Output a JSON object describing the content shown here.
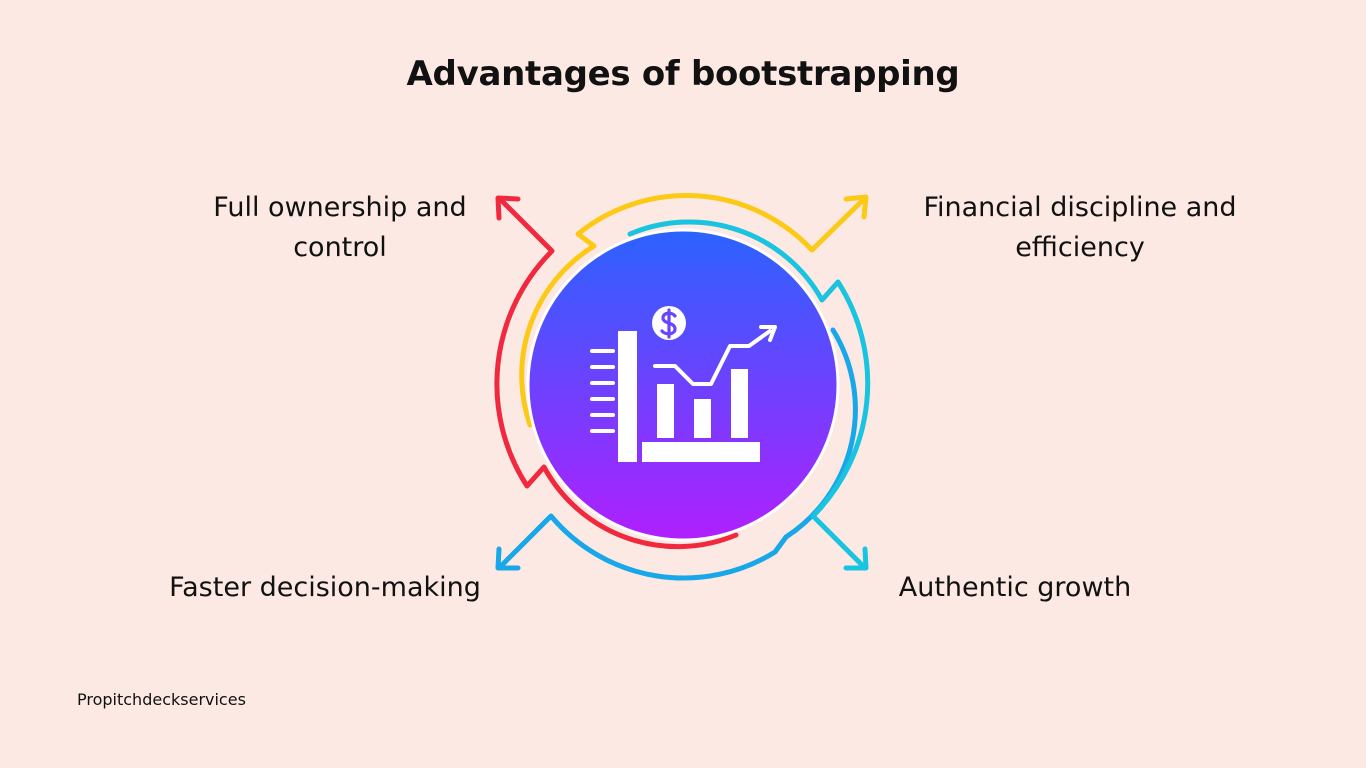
{
  "title": "Advantages of bootstrapping",
  "advantages": [
    {
      "lines": [
        "Full ownership and",
        "control"
      ],
      "color": "#f0293e"
    },
    {
      "lines": [
        "Financial discipline and",
        "efficiency"
      ],
      "color": "#fcc917"
    },
    {
      "lines": [
        "Faster decision-making"
      ],
      "color": "#18a7e8"
    },
    {
      "lines": [
        "Authentic growth"
      ],
      "color": "#18c4e0"
    }
  ],
  "center_icon": "bar-chart-growth-dollar-icon",
  "center_gradient": [
    "#2b63ff",
    "#b020ff"
  ],
  "brand": "Propitchdeckservices"
}
